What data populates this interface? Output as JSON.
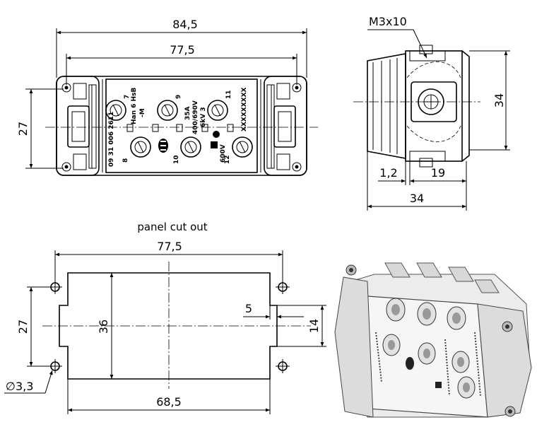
{
  "dimensions": {
    "front_overall_width": "84,5",
    "front_mount_spacing": "77,5",
    "front_height": "27",
    "side_screw": "M3x10",
    "side_height": "34",
    "side_flange": "1,2",
    "side_depth": "19",
    "side_total_depth": "34",
    "cutout_mount_spacing": "77,5",
    "cutout_height": "36",
    "cutout_mount_vertical": "27",
    "cutout_notch_width": "5",
    "cutout_notch_height": "14",
    "cutout_hole_diameter": "∅3,3",
    "cutout_width": "68,5"
  },
  "labels": {
    "cutout_title": "panel cut out"
  },
  "insert_markings": {
    "pins": [
      "7",
      "9",
      "11",
      "8",
      "10",
      "12"
    ],
    "part_number": "09 31 006 2611",
    "type": "Han 6 HsB",
    "type_suffix": "-M",
    "current": "35A",
    "voltage": "400/690V",
    "rating": "6kV 3",
    "ul_voltage": "600V",
    "serial": "XXXXXXXXX"
  }
}
